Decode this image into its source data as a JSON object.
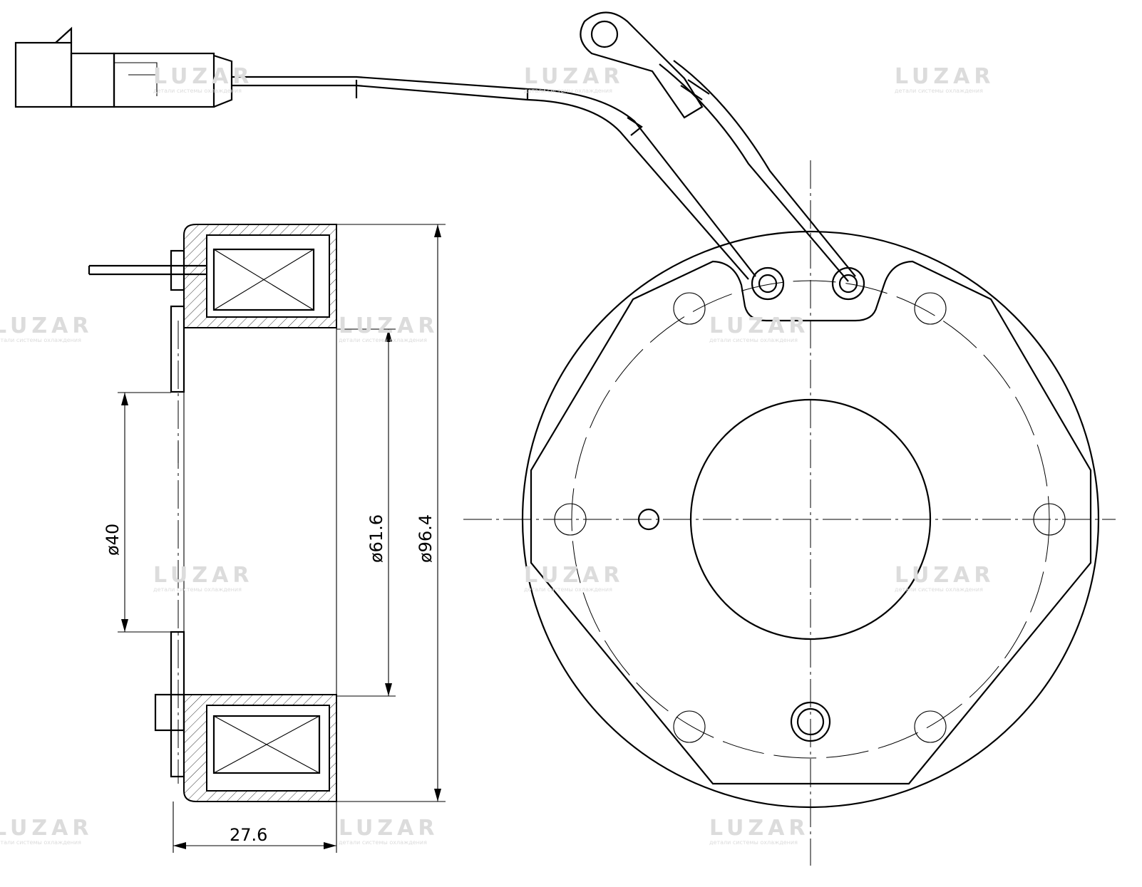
{
  "watermark": {
    "brand": "LUZAR",
    "tagline": "детали системы охлаждения"
  },
  "dimensions": {
    "inner_diameter": "ø40",
    "middle_diameter": "ø61.6",
    "outer_diameter": "ø96.4",
    "width": "27.6"
  }
}
